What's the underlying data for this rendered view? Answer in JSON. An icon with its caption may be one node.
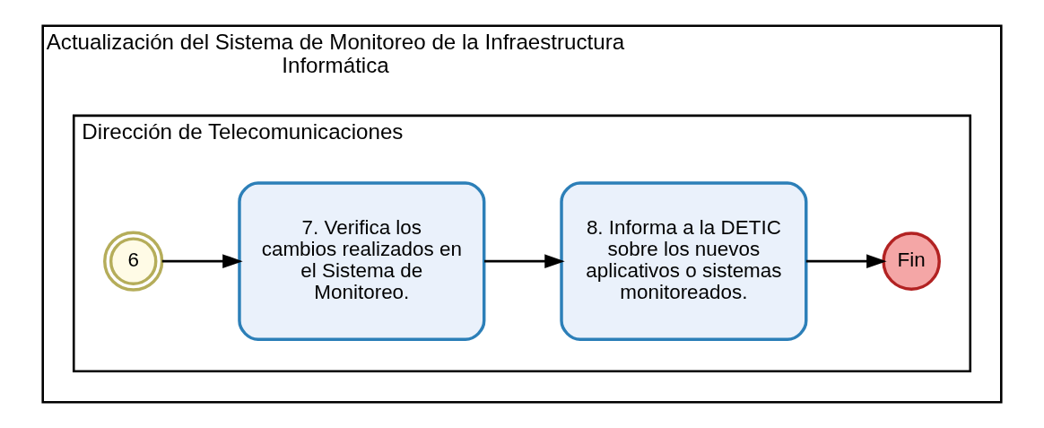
{
  "diagram": {
    "nodes": [
      {
        "text": [
          "Actualización del Sistema de Monitoreo de la Infraestructura Informática"
        ]
      },
      {
        "text": [
          "Dirección de Telecomunicaciones"
        ],
        "in": 0
      },
      {
        "text": [
          "6"
        ],
        "in": 1
      },
      {
        "text": [
          "7. Verifica los cambios realizados en el Sistema de Monitoreo."
        ],
        "in": 1
      },
      {
        "text": [
          "8. Informa a la DETIC sobre los nuevos aplicativos o sistemas monitoreados."
        ],
        "in": 1
      },
      {
        "text": [
          "Fin"
        ],
        "in": 1
      }
    ],
    "edges": [
      {
        "from": 2,
        "to": 3,
        "arrow": "to"
      },
      {
        "from": 3,
        "to": 4,
        "arrow": "to"
      },
      {
        "from": 4,
        "to": 5,
        "arrow": "to"
      }
    ]
  }
}
